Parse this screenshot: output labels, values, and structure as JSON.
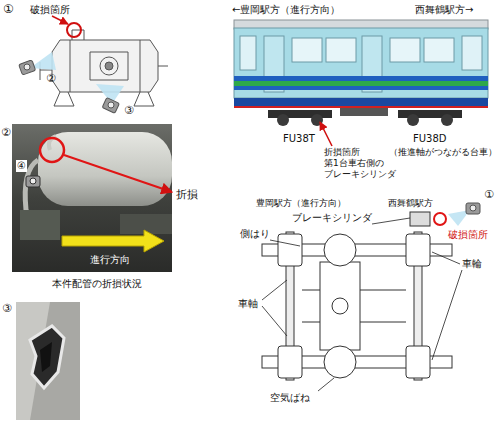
{
  "diagram": {
    "labels": [
      "①",
      "破損箇所",
      "②",
      "③",
      "②",
      "④",
      "折損",
      "進行方向",
      "本件配管の折損状況",
      "③",
      "←豊岡駅方（進行方向）",
      "西舞鶴駅方→",
      "FU38T",
      "FU38D",
      "折損箇所 第1台車右側の ブレーキシリンダ",
      "（推進軸がつながる台車）",
      "豊岡駅方（進行方向）",
      "西舞鶴駅方",
      "①",
      "側はり",
      "ブレーキシリンダ",
      "破損箇所",
      "車輪",
      "車軸",
      "空気ばね"
    ]
  }
}
